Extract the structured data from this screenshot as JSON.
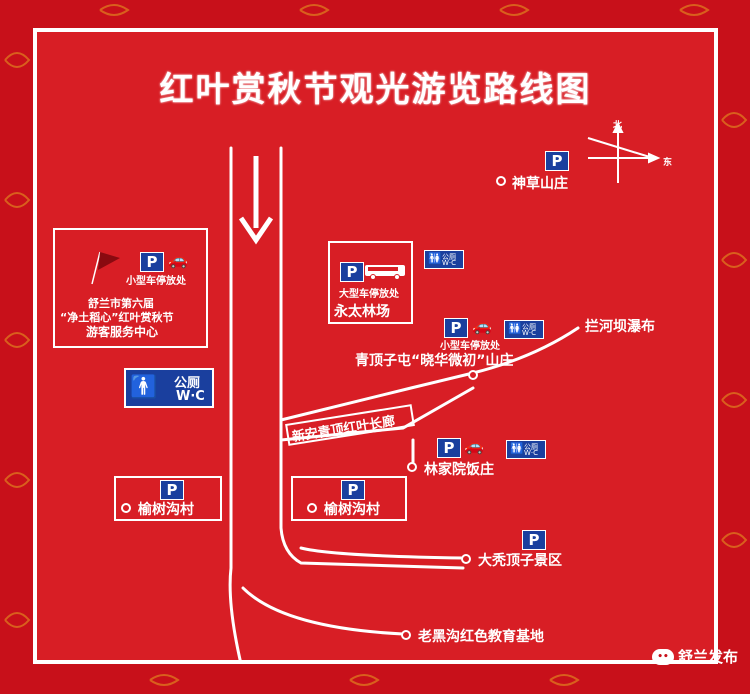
{
  "title": "红叶赏秋节观光游览路线图",
  "compass": {
    "north": "北",
    "east": "东"
  },
  "parking_symbol": "P",
  "restroom": {
    "label": "公厕",
    "sub": "W·C"
  },
  "visitor_center": {
    "parking_label": "小型车停放处",
    "line1": "舒兰市第六届",
    "line2": "“净土稻心”红叶赏秋节",
    "line3": "游客服务中心"
  },
  "yongtai": {
    "parking_label": "大型车停放处",
    "name": "永太林场"
  },
  "small_car_parking_label": "小型车停放处",
  "places": {
    "shencao": "神草山庄",
    "lanheba": "拦河坝瀑布",
    "qingdingzi": "青顶子屯“晓华微初”山庄",
    "changlang": "新安青顶红叶长廊",
    "linjia": "林家院饭庄",
    "yushugou_left": "榆树沟村",
    "yushugou_right": "榆树沟村",
    "datudingzi": "大秃顶子景区",
    "laoheigou": "老黑沟红色教育基地"
  },
  "watermark": "舒兰发布",
  "colors": {
    "background": "#d81e25",
    "badge": "#1a3f9e",
    "line": "#ffffff"
  }
}
